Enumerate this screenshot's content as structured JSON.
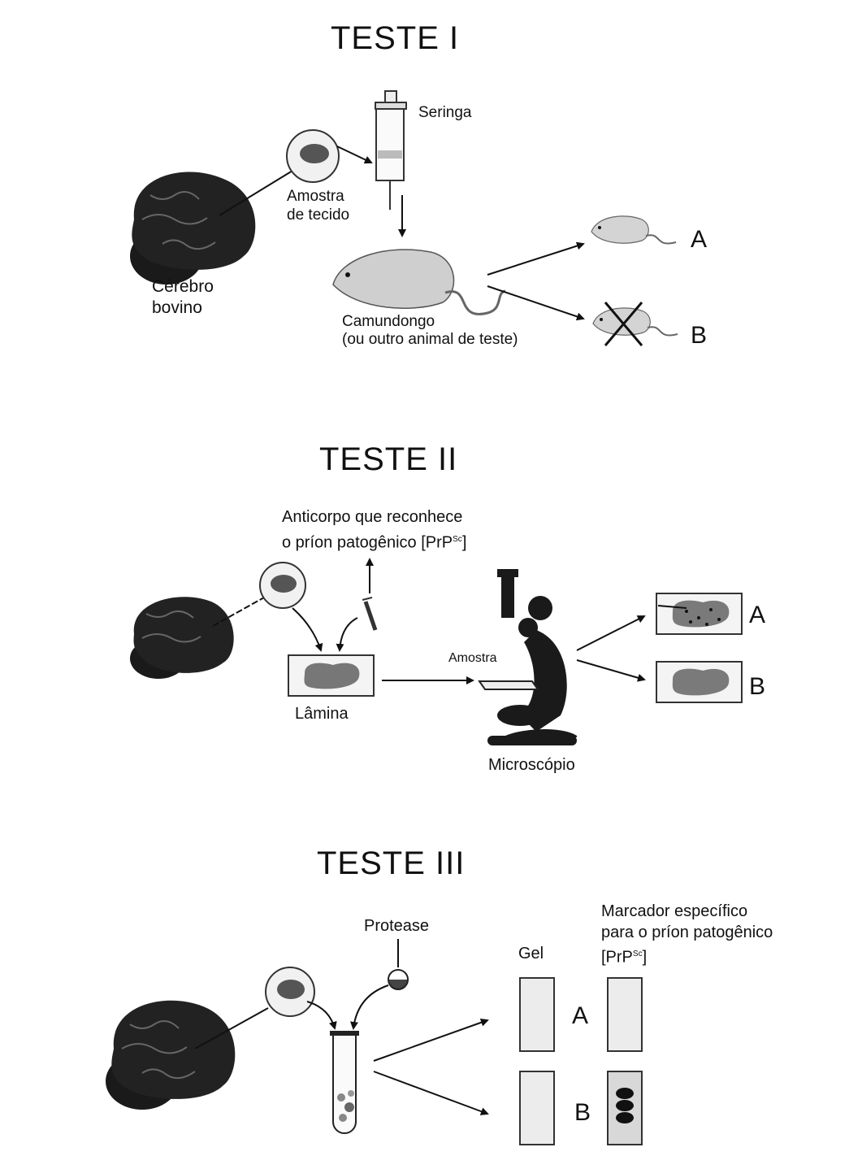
{
  "test1": {
    "title": "TESTE I",
    "syringe_label": "Seringa",
    "sample_label_1": "Amostra",
    "sample_label_2": "de tecido",
    "brain_label_1": "Cérebro",
    "brain_label_2": "bovino",
    "mouse_label_1": "Camundongo",
    "mouse_label_2": "(ou outro animal de teste)",
    "result_a": "A",
    "result_b": "B"
  },
  "test2": {
    "title": "TESTE II",
    "antibody_label_1": "Anticorpo que reconhece",
    "antibody_label_2": "o príon patogênico [PrP",
    "antibody_sup": "Sc",
    "antibody_close": "]",
    "slide_label": "Lâmina",
    "sample_label": "Amostra",
    "microscope_label": "Microscópio",
    "result_a": "A",
    "result_b": "B"
  },
  "test3": {
    "title": "TESTE III",
    "protease_label": "Protease",
    "gel_label": "Gel",
    "marker_label_1": "Marcador específico",
    "marker_label_2": "para o príon patogênico",
    "marker_label_3": "[PrP",
    "marker_sup": "Sc",
    "marker_close": "]",
    "result_a": "A",
    "result_b": "B"
  }
}
